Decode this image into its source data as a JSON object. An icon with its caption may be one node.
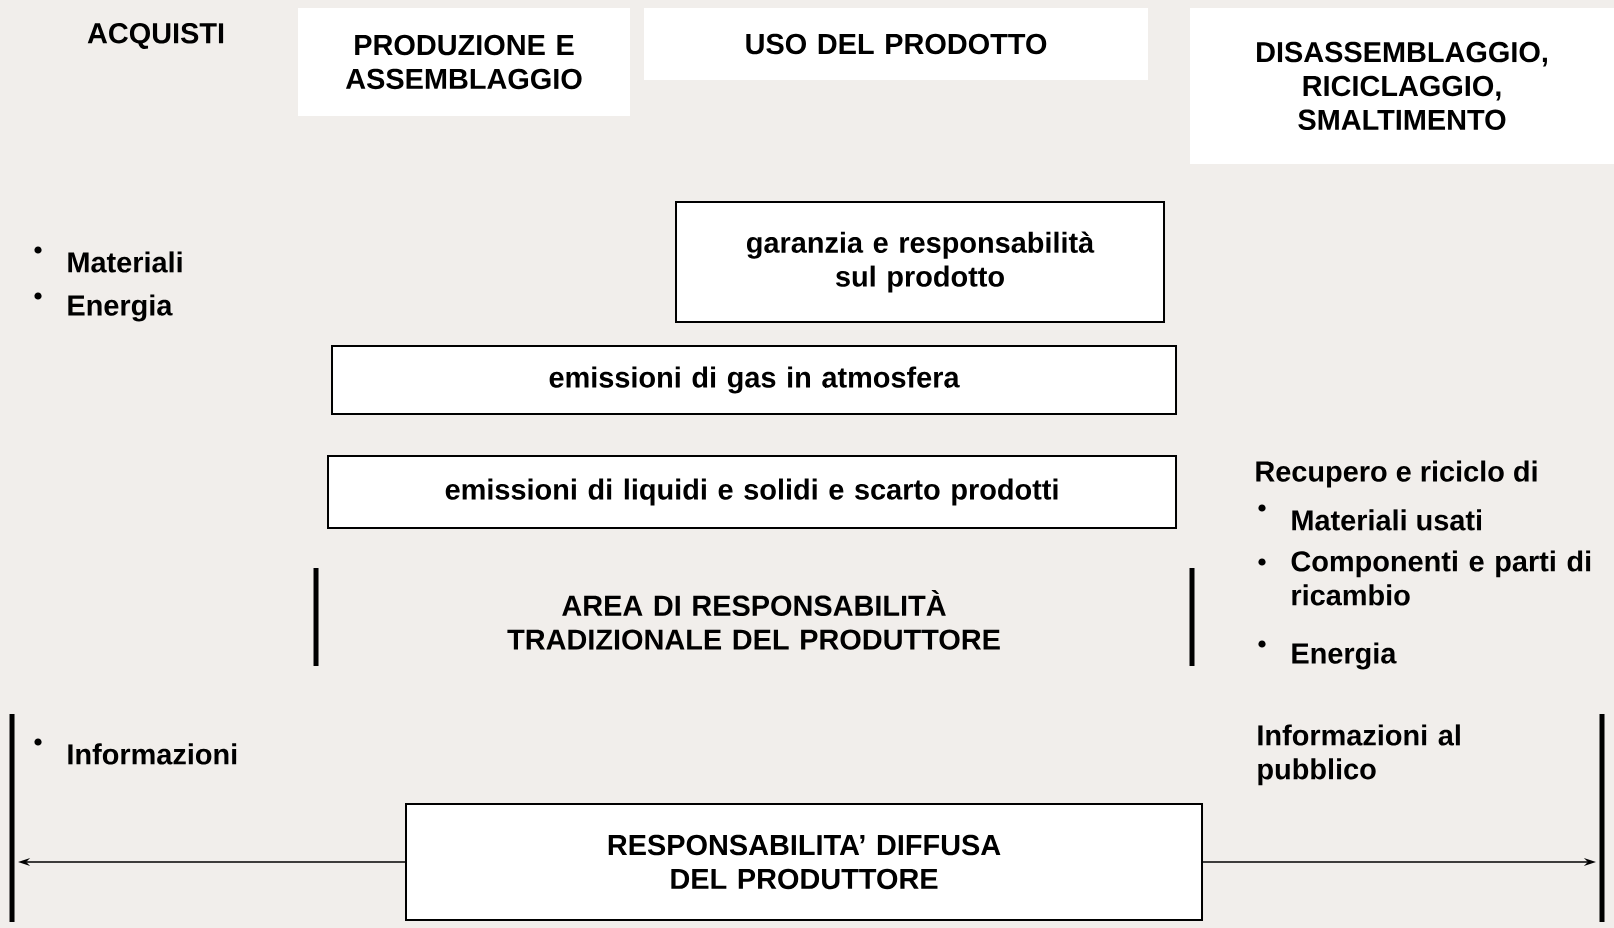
{
  "diagram": {
    "nodes": [
      {
        "text": [
          "PRODUZIONE E ASSEMBLAGGIO"
        ]
      },
      {
        "text": [
          "USO DEL PRODOTTO"
        ]
      },
      {
        "text": [
          "DISASSEMBLAGGIO, RICICLAGGIO, SMALTIMENTO"
        ]
      },
      {
        "text": [
          "garanzia e responsabilità sul prodotto"
        ]
      },
      {
        "text": [
          "emissioni di gas in atmosfera"
        ]
      },
      {
        "text": [
          "emissioni di liquidi e solidi e scarto prodotti"
        ]
      },
      {
        "text": [
          "RESPONSABILITA’ DIFFUSA DEL PRODUTTORE"
        ]
      }
    ],
    "edges": [
      {
        "from": 6,
        "to": null,
        "arrow": "to"
      },
      {
        "from": 6,
        "to": null,
        "arrow": "to"
      }
    ],
    "labels": [
      "ACQUISTI",
      "Materiali",
      "Energia",
      "Recupero e riciclo di",
      "Materiali usati",
      "Componenti e parti di ricambio",
      "Energia",
      "AREA DI RESPONSABILITÀ TRADIZIONALE DEL PRODUTTORE",
      "Informazioni",
      "Informazioni al pubblico"
    ]
  }
}
